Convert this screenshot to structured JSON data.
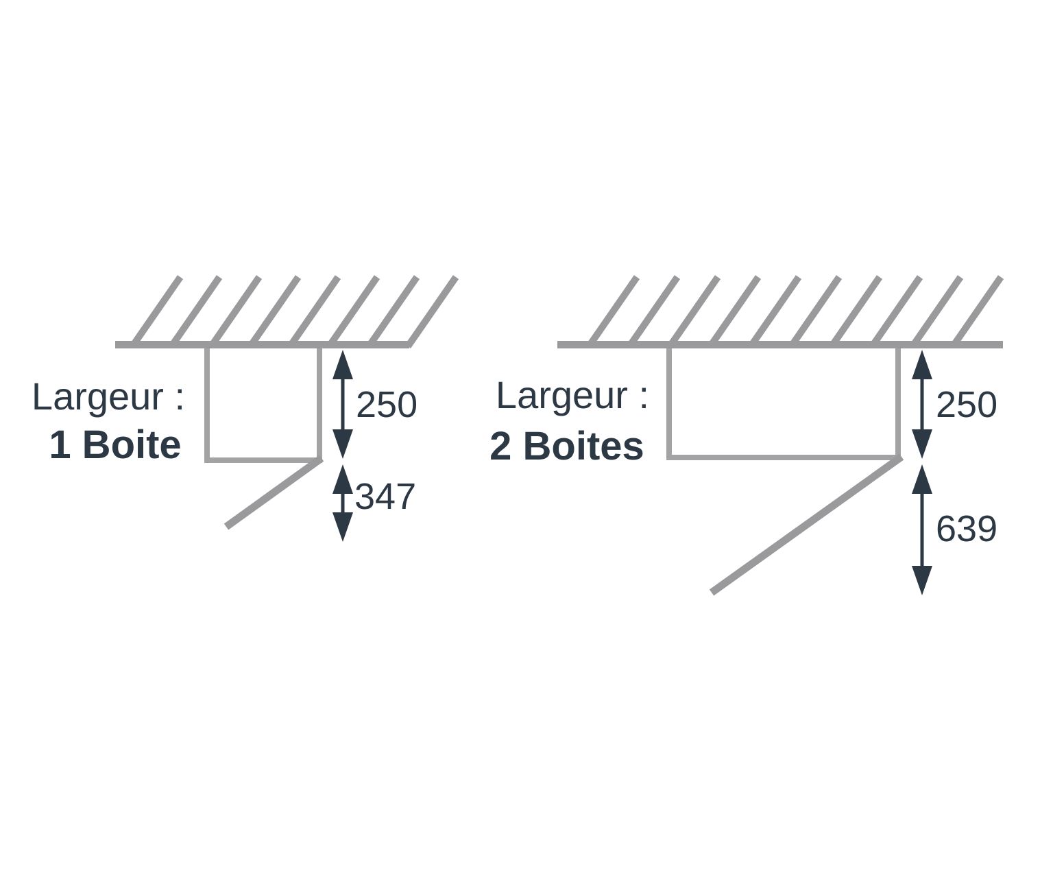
{
  "colors": {
    "line_gray": "#9a9a9d",
    "box_gray": "#a3a3a6",
    "dim_navy": "#2d3845",
    "background": "#ffffff"
  },
  "diagrams": [
    {
      "id": "1-boite",
      "caption_line1": "Largeur :",
      "caption_line2": "1 Boite",
      "dimensions": {
        "upper": "250",
        "lower": "347"
      }
    },
    {
      "id": "2-boites",
      "caption_line1": "Largeur :",
      "caption_line2": "2 Boites",
      "dimensions": {
        "upper": "250",
        "lower": "639"
      }
    }
  ]
}
